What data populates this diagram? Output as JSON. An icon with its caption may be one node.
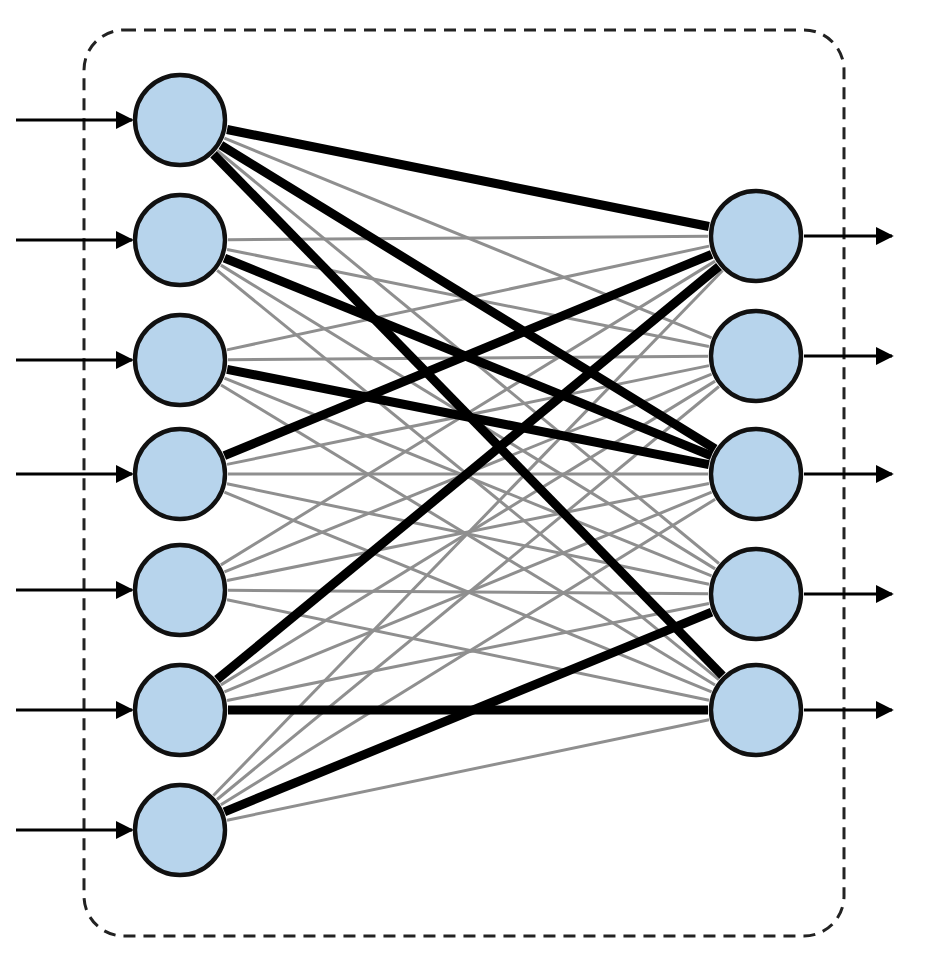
{
  "diagram": {
    "nodes": [
      {
        "text": [],
        "shape": "circle"
      },
      {
        "text": [],
        "shape": "circle"
      },
      {
        "text": [],
        "shape": "circle"
      },
      {
        "text": [],
        "shape": "circle"
      },
      {
        "text": [],
        "shape": "circle"
      },
      {
        "text": [],
        "shape": "circle"
      },
      {
        "text": [],
        "shape": "circle"
      },
      {
        "text": [],
        "shape": "circle"
      },
      {
        "text": [],
        "shape": "circle"
      },
      {
        "text": [],
        "shape": "circle"
      },
      {
        "text": [],
        "shape": "circle"
      },
      {
        "text": [],
        "shape": "circle"
      }
    ],
    "edges": [
      {
        "from": 0,
        "to": 7,
        "arrow": "none",
        "style": "thick",
        "color": "#000000"
      },
      {
        "from": 0,
        "to": 8,
        "arrow": "none"
      },
      {
        "from": 0,
        "to": 9,
        "arrow": "none",
        "style": "thick",
        "color": "#000000"
      },
      {
        "from": 0,
        "to": 10,
        "arrow": "none"
      },
      {
        "from": 0,
        "to": 11,
        "arrow": "none",
        "style": "thick",
        "color": "#000000"
      },
      {
        "from": 1,
        "to": 7,
        "arrow": "none"
      },
      {
        "from": 1,
        "to": 8,
        "arrow": "none"
      },
      {
        "from": 1,
        "to": 9,
        "arrow": "none",
        "style": "thick",
        "color": "#000000"
      },
      {
        "from": 1,
        "to": 10,
        "arrow": "none"
      },
      {
        "from": 1,
        "to": 11,
        "arrow": "none"
      },
      {
        "from": 2,
        "to": 7,
        "arrow": "none"
      },
      {
        "from": 2,
        "to": 8,
        "arrow": "none"
      },
      {
        "from": 2,
        "to": 9,
        "arrow": "none",
        "style": "thick",
        "color": "#000000"
      },
      {
        "from": 2,
        "to": 10,
        "arrow": "none"
      },
      {
        "from": 2,
        "to": 11,
        "arrow": "none"
      },
      {
        "from": 3,
        "to": 7,
        "arrow": "none",
        "style": "thick",
        "color": "#000000"
      },
      {
        "from": 3,
        "to": 8,
        "arrow": "none"
      },
      {
        "from": 3,
        "to": 9,
        "arrow": "none"
      },
      {
        "from": 3,
        "to": 10,
        "arrow": "none"
      },
      {
        "from": 3,
        "to": 11,
        "arrow": "none"
      },
      {
        "from": 4,
        "to": 7,
        "arrow": "none"
      },
      {
        "from": 4,
        "to": 8,
        "arrow": "none"
      },
      {
        "from": 4,
        "to": 9,
        "arrow": "none"
      },
      {
        "from": 4,
        "to": 10,
        "arrow": "none"
      },
      {
        "from": 4,
        "to": 11,
        "arrow": "none"
      },
      {
        "from": 5,
        "to": 7,
        "arrow": "none",
        "style": "thick",
        "color": "#000000"
      },
      {
        "from": 5,
        "to": 8,
        "arrow": "none"
      },
      {
        "from": 5,
        "to": 9,
        "arrow": "none"
      },
      {
        "from": 5,
        "to": 10,
        "arrow": "none"
      },
      {
        "from": 5,
        "to": 11,
        "arrow": "none",
        "style": "thick",
        "color": "#000000"
      },
      {
        "from": 6,
        "to": 7,
        "arrow": "none"
      },
      {
        "from": 6,
        "to": 8,
        "arrow": "none"
      },
      {
        "from": 6,
        "to": 9,
        "arrow": "none"
      },
      {
        "from": 6,
        "to": 10,
        "arrow": "none",
        "style": "thick",
        "color": "#000000"
      },
      {
        "from": 6,
        "to": 11,
        "arrow": "none"
      },
      {
        "from": null,
        "to": 0,
        "arrow": "to",
        "color": "#000000"
      },
      {
        "from": null,
        "to": 1,
        "arrow": "to",
        "color": "#000000"
      },
      {
        "from": null,
        "to": 2,
        "arrow": "to",
        "color": "#000000"
      },
      {
        "from": null,
        "to": 3,
        "arrow": "to",
        "color": "#000000"
      },
      {
        "from": null,
        "to": 4,
        "arrow": "to",
        "color": "#000000"
      },
      {
        "from": null,
        "to": 5,
        "arrow": "to",
        "color": "#000000"
      },
      {
        "from": null,
        "to": 6,
        "arrow": "to",
        "color": "#000000"
      },
      {
        "from": 7,
        "to": null,
        "arrow": "to",
        "color": "#000000"
      },
      {
        "from": 8,
        "to": null,
        "arrow": "to",
        "color": "#000000"
      },
      {
        "from": 9,
        "to": null,
        "arrow": "to",
        "color": "#000000"
      },
      {
        "from": 10,
        "to": null,
        "arrow": "to",
        "color": "#000000"
      },
      {
        "from": 11,
        "to": null,
        "arrow": "to",
        "color": "#000000"
      }
    ]
  }
}
